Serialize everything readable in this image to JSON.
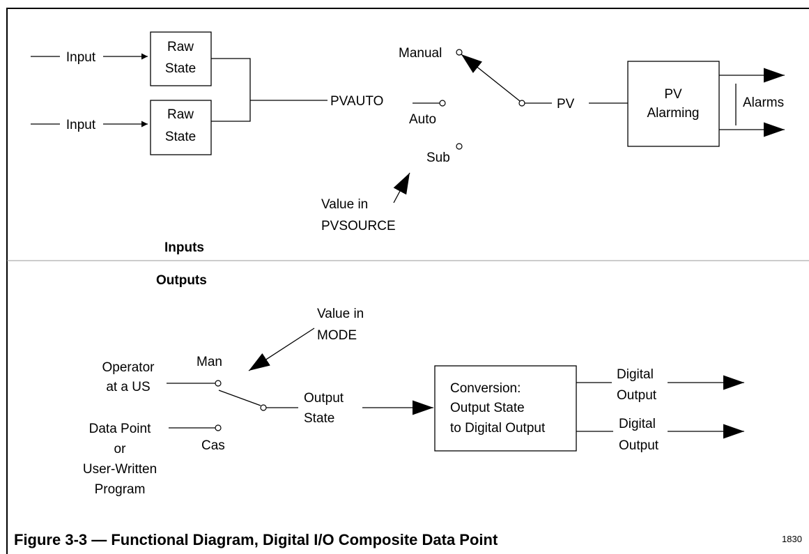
{
  "inputs_section": {
    "heading": "Inputs",
    "input_1_label": "Input",
    "input_2_label": "Input",
    "raw_state_1": [
      "Raw",
      "State"
    ],
    "raw_state_2": [
      "Raw",
      "State"
    ],
    "pvauto_label": "PVAUTO",
    "auto_label": "Auto",
    "manual_label": "Manual",
    "sub_label": "Sub",
    "value_in_pvsource": [
      "Value in",
      "PVSOURCE"
    ],
    "pv_label": "PV",
    "pv_alarming_box": [
      "PV",
      "Alarming"
    ],
    "alarms_label": "Alarms"
  },
  "outputs_section": {
    "heading": "Outputs",
    "value_in_mode": [
      "Value in",
      "MODE"
    ],
    "man_label": "Man",
    "operator_label": [
      "Operator",
      "at a US"
    ],
    "data_point_label": [
      "Data Point",
      "or",
      "User-Written",
      "Program"
    ],
    "cas_label": "Cas",
    "output_state_label": [
      "Output",
      "State"
    ],
    "conversion_box": [
      "Conversion:",
      "Output State",
      "to Digital Output"
    ],
    "digital_output_1": [
      "Digital",
      "Output"
    ],
    "digital_output_2": [
      "Digital",
      "Output"
    ]
  },
  "caption": "Figure 3-3 — Functional Diagram, Digital I/O Composite Data Point",
  "figure_number": "1830"
}
